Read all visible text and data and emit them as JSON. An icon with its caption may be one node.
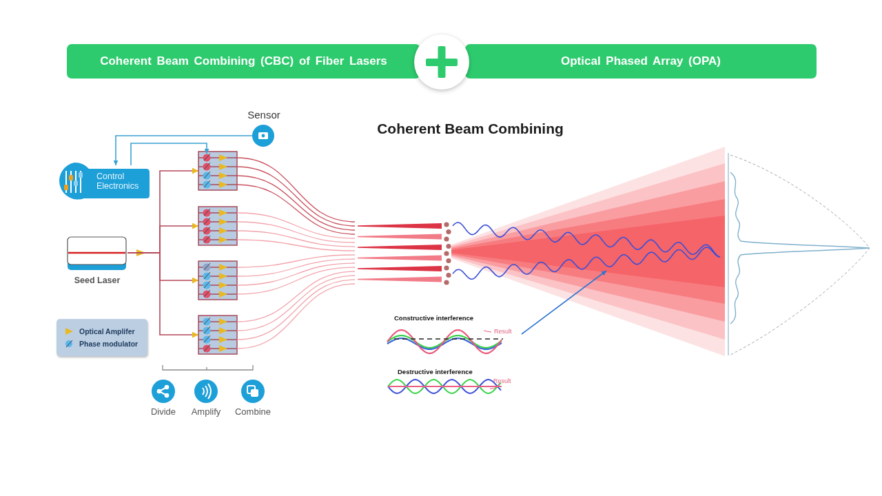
{
  "diagram": {
    "title": "Coherent Beam Combining",
    "nodes": [
      {
        "text": [
          "Coherent Beam Combining (CBC) of Fiber Lasers"
        ]
      },
      {
        "text": [
          "Optical Phased Array (OPA)"
        ]
      },
      {
        "text": [
          "Sensor"
        ]
      },
      {
        "text": [
          "Control Electronics"
        ]
      },
      {
        "text": [
          "Seed Laser"
        ]
      },
      {
        "text": [],
        "shape": "box"
      },
      {
        "text": [],
        "shape": "box"
      },
      {
        "text": [],
        "shape": "box"
      },
      {
        "text": [],
        "shape": "box"
      },
      {
        "text": [],
        "shape": "bar"
      },
      {
        "text": [],
        "shape": "cone"
      },
      {
        "text": [
          "Constructive interference",
          "Result"
        ]
      }
    ],
    "edges": [
      {
        "from": 2,
        "to": 3,
        "arrow": "to",
        "color": "#3aa3d4"
      },
      {
        "from": 3,
        "to": 5,
        "arrow": "to",
        "color": "#3aa3d4"
      },
      {
        "from": 4,
        "to": 5,
        "arrow": "to",
        "color": "#b5485a"
      },
      {
        "from": 4,
        "to": 6,
        "arrow": "to",
        "color": "#b5485a"
      },
      {
        "from": 4,
        "to": 7,
        "arrow": "to",
        "color": "#b5485a"
      },
      {
        "from": 4,
        "to": 8,
        "arrow": "to",
        "color": "#b5485a"
      },
      {
        "from": 5,
        "to": 9,
        "arrow": "none",
        "color": "#c9505e"
      },
      {
        "from": 5,
        "to": 9,
        "arrow": "none",
        "color": "#c9505e"
      },
      {
        "from": 5,
        "to": 9,
        "arrow": "none",
        "color": "#c9505e"
      },
      {
        "from": 5,
        "to": 9,
        "arrow": "none",
        "color": "#c9505e"
      },
      {
        "from": 6,
        "to": 9,
        "arrow": "none"
      },
      {
        "from": 6,
        "to": 9,
        "arrow": "none"
      },
      {
        "from": 6,
        "to": 9,
        "arrow": "none"
      },
      {
        "from": 6,
        "to": 9,
        "arrow": "none"
      },
      {
        "from": 7,
        "to": 9,
        "arrow": "none"
      },
      {
        "from": 7,
        "to": 9,
        "arrow": "none"
      },
      {
        "from": 7,
        "to": 9,
        "arrow": "none"
      },
      {
        "from": 7,
        "to": 9,
        "arrow": "none"
      },
      {
        "from": 8,
        "to": 9,
        "arrow": "none"
      },
      {
        "from": 8,
        "to": 9,
        "arrow": "none"
      },
      {
        "from": 8,
        "to": 9,
        "arrow": "none"
      },
      {
        "from": 8,
        "to": 9,
        "arrow": "none"
      },
      {
        "from": 11,
        "to": 10,
        "arrow": "to",
        "color": "#2f74d0"
      }
    ],
    "labels": [
      "Destructive interference",
      "Result",
      "Divide",
      "Amplify",
      "Combine"
    ],
    "legend": [
      {
        "text": "Optical Amplifer"
      },
      {
        "text": "Phase modulator"
      }
    ]
  }
}
